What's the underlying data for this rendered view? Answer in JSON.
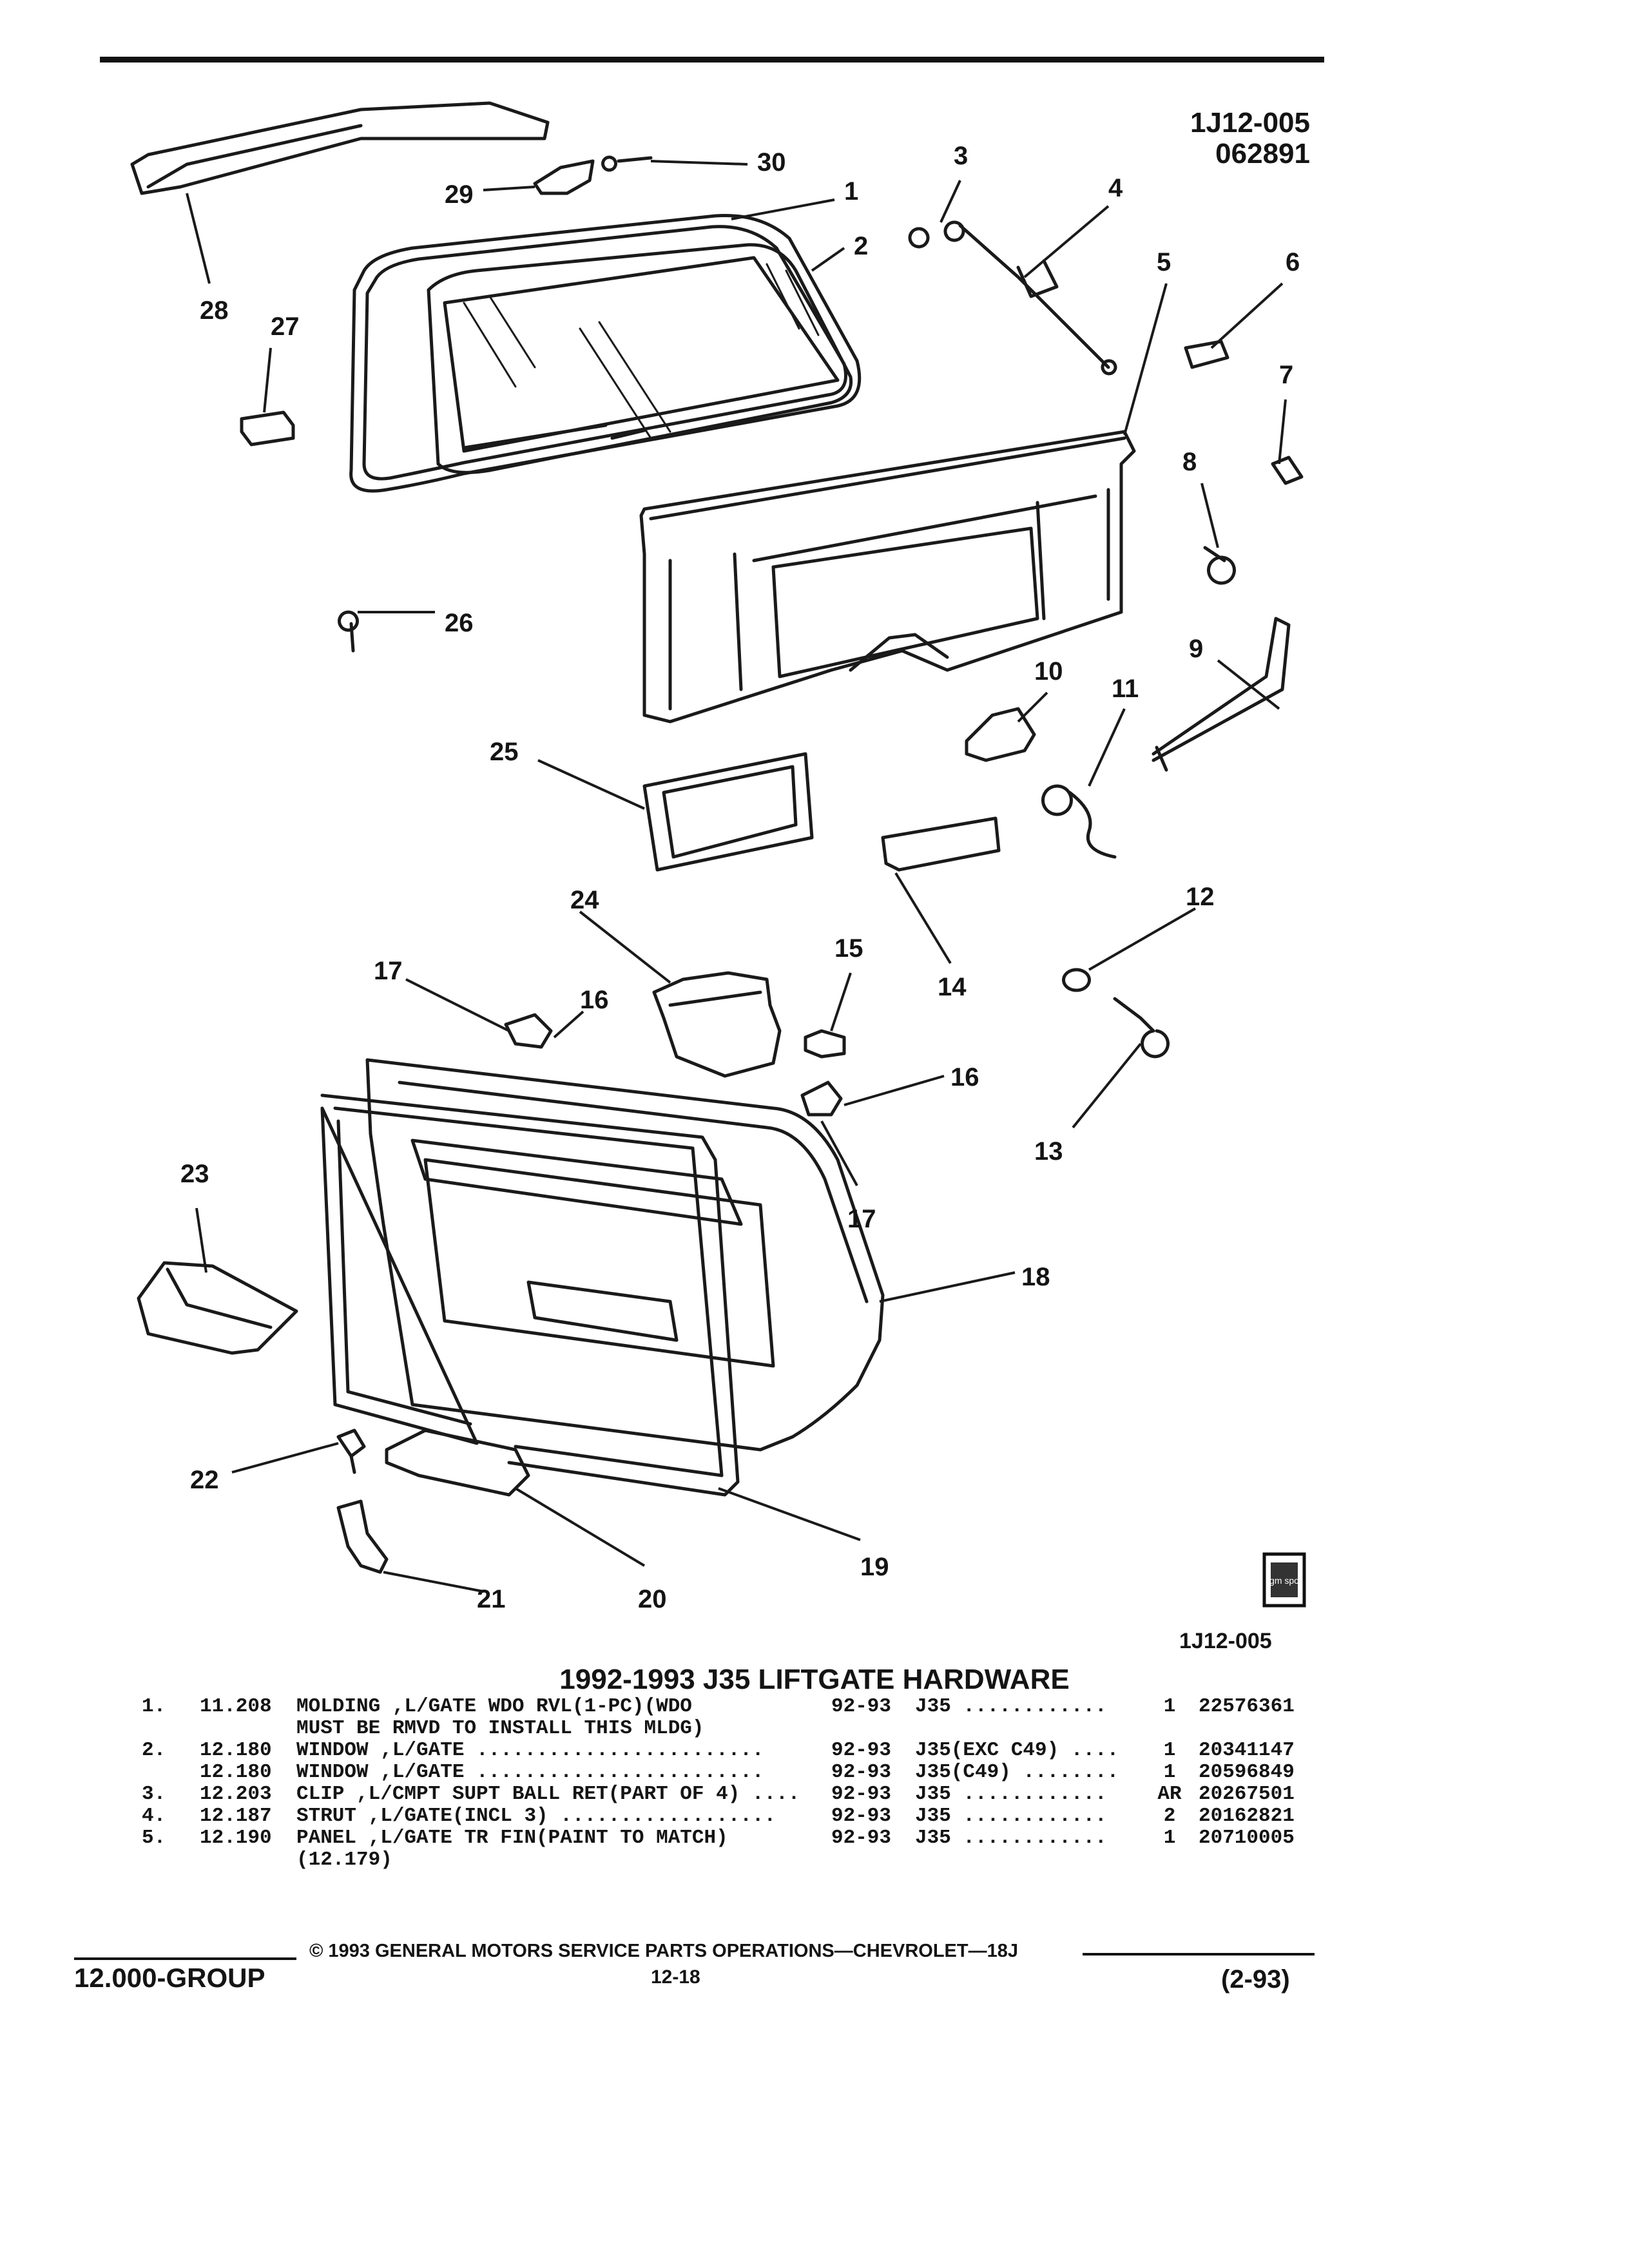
{
  "header": {
    "code": "1J12-005",
    "date_code": "062891"
  },
  "diagram": {
    "callouts": [
      "1",
      "2",
      "3",
      "4",
      "5",
      "6",
      "7",
      "8",
      "9",
      "10",
      "11",
      "12",
      "13",
      "14",
      "15",
      "16",
      "16",
      "17",
      "17",
      "18",
      "19",
      "20",
      "21",
      "22",
      "23",
      "24",
      "25",
      "26",
      "27",
      "28",
      "29",
      "30"
    ],
    "figure_code": "1J12-005",
    "logo_text": "gm spo"
  },
  "title": "1992-1993 J35 LIFTGATE HARDWARE",
  "parts": [
    {
      "num": "1.",
      "group": "11.208",
      "desc": "MOLDING ,L/GATE WDO RVL(1-PC)(WDO",
      "years": "92-93",
      "model": "J35 ............",
      "qty": "1",
      "part": "22576361"
    },
    {
      "num": "",
      "group": "",
      "desc": "MUST BE RMVD TO INSTALL THIS MLDG)",
      "years": "",
      "model": "",
      "qty": "",
      "part": ""
    },
    {
      "num": "2.",
      "group": "12.180",
      "desc": "WINDOW ,L/GATE ........................",
      "years": "92-93",
      "model": "J35(EXC C49) ....",
      "qty": "1",
      "part": "20341147"
    },
    {
      "num": "",
      "group": "12.180",
      "desc": "WINDOW ,L/GATE ........................",
      "years": "92-93",
      "model": "J35(C49) ........",
      "qty": "1",
      "part": "20596849"
    },
    {
      "num": "3.",
      "group": "12.203",
      "desc": "CLIP ,L/CMPT SUPT BALL RET(PART OF 4) ....",
      "years": "92-93",
      "model": "J35 ............",
      "qty": "AR",
      "part": "20267501"
    },
    {
      "num": "4.",
      "group": "12.187",
      "desc": "STRUT ,L/GATE(INCL 3) ..................",
      "years": "92-93",
      "model": "J35 ............",
      "qty": "2",
      "part": "20162821"
    },
    {
      "num": "5.",
      "group": "12.190",
      "desc": "PANEL ,L/GATE TR FIN(PAINT TO MATCH)",
      "years": "92-93",
      "model": "J35 ............",
      "qty": "1",
      "part": "20710005"
    },
    {
      "num": "",
      "group": "",
      "desc": "(12.179)",
      "years": "",
      "model": "",
      "qty": "",
      "part": ""
    }
  ],
  "footer": {
    "copyright": "© 1993 GENERAL MOTORS SERVICE PARTS OPERATIONS—CHEVROLET—18J",
    "group": "12.000-GROUP",
    "page": "12-18",
    "date": "(2-93)"
  }
}
